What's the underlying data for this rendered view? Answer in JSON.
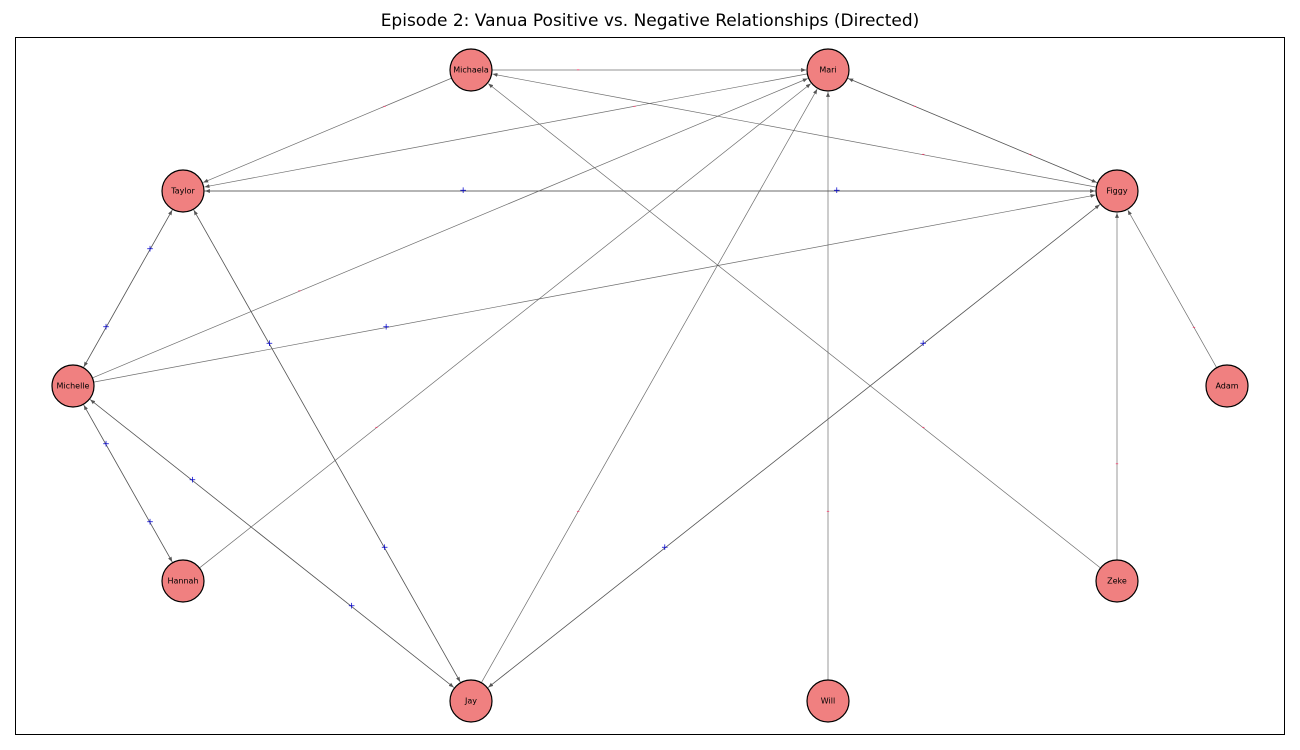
{
  "title": "Episode 2: Vanua Positive vs. Negative Relationships (Directed)",
  "colors": {
    "node_fill": "#f08080",
    "node_stroke": "#000000",
    "edge": "#555555",
    "positive": "#0000cc",
    "negative": "#ff3366"
  },
  "nodes": [
    {
      "id": "Michaela",
      "label": "Michaela"
    },
    {
      "id": "Mari",
      "label": "Mari"
    },
    {
      "id": "Taylor",
      "label": "Taylor"
    },
    {
      "id": "Figgy",
      "label": "Figgy"
    },
    {
      "id": "Michelle",
      "label": "Michelle"
    },
    {
      "id": "Adam",
      "label": "Adam"
    },
    {
      "id": "Hannah",
      "label": "Hannah"
    },
    {
      "id": "Zeke",
      "label": "Zeke"
    },
    {
      "id": "Jay",
      "label": "Jay"
    },
    {
      "id": "Will",
      "label": "Will"
    }
  ],
  "edges": [
    {
      "source": "Michaela",
      "target": "Mari",
      "sign": "-"
    },
    {
      "source": "Michaela",
      "target": "Taylor",
      "sign": "-"
    },
    {
      "source": "Figgy",
      "target": "Michaela",
      "sign": "-"
    },
    {
      "source": "Figgy",
      "target": "Taylor",
      "sign": "+"
    },
    {
      "source": "Taylor",
      "target": "Figgy",
      "sign": "+"
    },
    {
      "source": "Mari",
      "target": "Figgy",
      "sign": "-"
    },
    {
      "source": "Figgy",
      "target": "Mari",
      "sign": "-"
    },
    {
      "source": "Mari",
      "target": "Taylor",
      "sign": "-"
    },
    {
      "source": "Taylor",
      "target": "Michelle",
      "sign": "+"
    },
    {
      "source": "Michelle",
      "target": "Taylor",
      "sign": "+"
    },
    {
      "source": "Taylor",
      "target": "Jay",
      "sign": "+"
    },
    {
      "source": "Jay",
      "target": "Taylor",
      "sign": "+"
    },
    {
      "source": "Michelle",
      "target": "Mari",
      "sign": "-"
    },
    {
      "source": "Michelle",
      "target": "Figgy",
      "sign": "+"
    },
    {
      "source": "Michelle",
      "target": "Hannah",
      "sign": "+"
    },
    {
      "source": "Hannah",
      "target": "Michelle",
      "sign": "+"
    },
    {
      "source": "Michelle",
      "target": "Jay",
      "sign": "+"
    },
    {
      "source": "Jay",
      "target": "Michelle",
      "sign": "+"
    },
    {
      "source": "Hannah",
      "target": "Mari",
      "sign": "-"
    },
    {
      "source": "Jay",
      "target": "Mari",
      "sign": "-"
    },
    {
      "source": "Jay",
      "target": "Figgy",
      "sign": "+"
    },
    {
      "source": "Figgy",
      "target": "Jay",
      "sign": "+"
    },
    {
      "source": "Will",
      "target": "Mari",
      "sign": "-"
    },
    {
      "source": "Zeke",
      "target": "Michaela",
      "sign": "-"
    },
    {
      "source": "Zeke",
      "target": "Figgy",
      "sign": "-"
    },
    {
      "source": "Adam",
      "target": "Figgy",
      "sign": "-"
    }
  ]
}
